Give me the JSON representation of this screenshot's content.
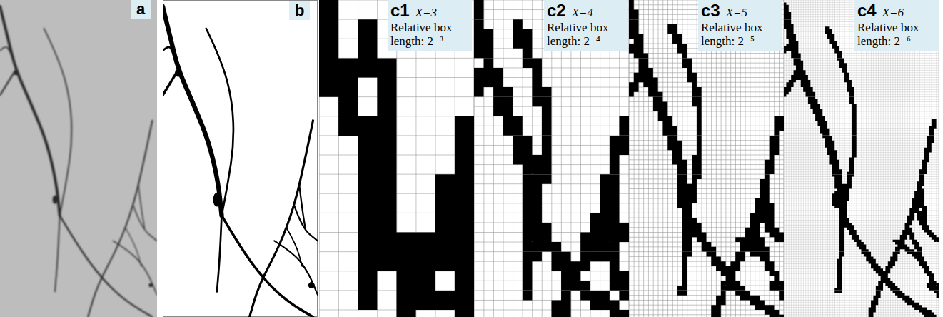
{
  "diagram": {
    "nodes": [
      {
        "text": [
          "a"
        ]
      },
      {
        "text": [
          "b"
        ]
      },
      {
        "text": [
          "c1",
          "X=3",
          "Relative box length: 2⁻³"
        ]
      },
      {
        "text": [
          "c2",
          "X=4",
          "Relative box length: 2⁻⁴"
        ]
      },
      {
        "text": [
          "c3",
          "X=5",
          "Relative box length: 2⁻⁵"
        ]
      },
      {
        "text": [
          "c4",
          "X=6",
          "Relative box length: 2⁻⁶"
        ]
      }
    ]
  }
}
